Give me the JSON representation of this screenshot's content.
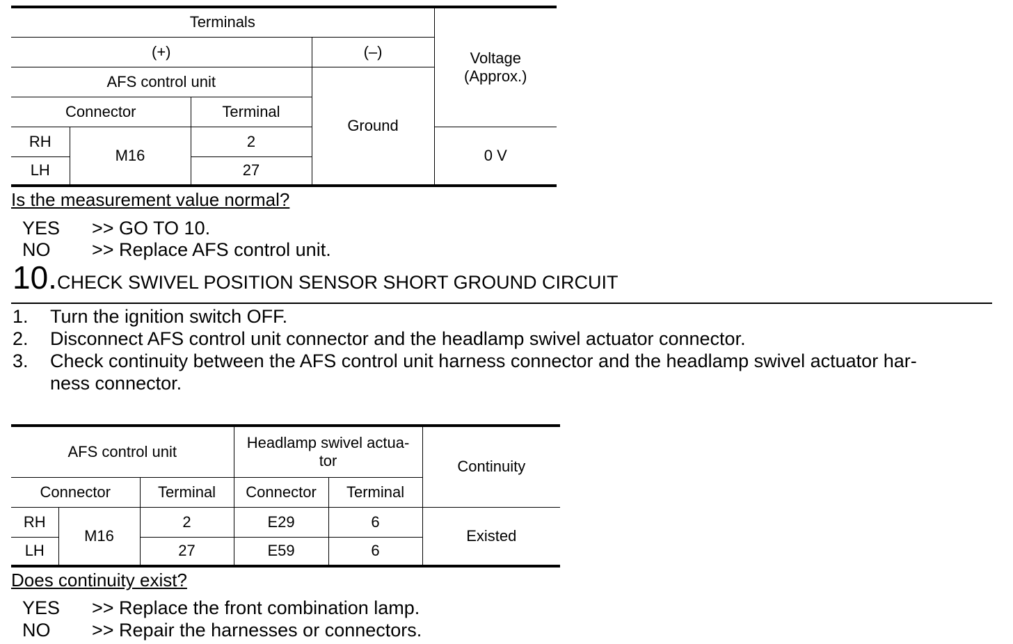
{
  "table1": {
    "terminals": "Terminals",
    "plus": "(+)",
    "minus": "(–)",
    "voltage": "Voltage",
    "approx": "(Approx.)",
    "afs": "AFS control unit",
    "connector": "Connector",
    "terminal": "Terminal",
    "ground": "Ground",
    "rows": [
      {
        "side": "RH",
        "connector": "M16",
        "terminal": "2",
        "voltage": "0 V"
      },
      {
        "side": "LH",
        "terminal": "27"
      }
    ]
  },
  "question1": "Is the measurement value normal?",
  "answers1": [
    {
      "key": "YES",
      "text": ">> GO TO 10."
    },
    {
      "key": "NO",
      "text": ">> Replace AFS control unit."
    }
  ],
  "step": {
    "number": "10.",
    "title": "CHECK SWIVEL POSITION SENSOR SHORT GROUND CIRCUIT"
  },
  "instructions": [
    {
      "n": "1.",
      "text": "Turn the ignition switch OFF."
    },
    {
      "n": "2.",
      "text": "Disconnect AFS control unit connector and the headlamp swivel actuator connector."
    },
    {
      "n": "3.",
      "text": "Check continuity between the AFS control unit harness connector and the headlamp swivel actuator har-",
      "cont": "ness connector."
    }
  ],
  "table2": {
    "afs": "AFS control unit",
    "actuator_line1": "Headlamp swivel actua-",
    "actuator_line2": "tor",
    "continuity": "Continuity",
    "connector": "Connector",
    "terminal": "Terminal",
    "rows": [
      {
        "side": "RH",
        "afs_connector": "M16",
        "afs_terminal": "2",
        "act_connector": "E29",
        "act_terminal": "6",
        "continuity": "Existed"
      },
      {
        "side": "LH",
        "afs_terminal": "27",
        "act_connector": "E59",
        "act_terminal": "6"
      }
    ]
  },
  "question2": "Does continuity exist?",
  "answers2": [
    {
      "key": "YES",
      "text": ">> Replace the front combination lamp."
    },
    {
      "key": "NO",
      "text": ">> Repair the harnesses or connectors."
    }
  ]
}
